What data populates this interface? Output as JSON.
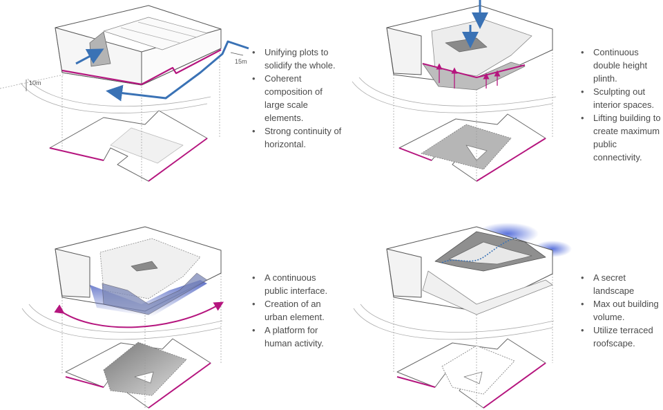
{
  "colors": {
    "accent_magenta": "#b5157e",
    "arrow_blue": "#3a72b5",
    "glow_blue": "#3f5bd6",
    "line_grey": "#666666",
    "fill_grey": "#b9b9b9",
    "light_grey": "#e9e9e9"
  },
  "panels": [
    {
      "captions": [
        "Unifying plots to solidify the whole.",
        "Coherent composition of large scale elements.",
        "Strong continuity of horizontal."
      ],
      "dimensions": [
        "10m",
        "15m"
      ]
    },
    {
      "captions": [
        "Continuous double height plinth.",
        "Sculpting out interior spaces.",
        "Lifting building to create maximum public connectivity."
      ]
    },
    {
      "captions": [
        "A continuous public interface.",
        "Creation of an urban element.",
        "A platform for human activity."
      ]
    },
    {
      "captions": [
        "A secret landscape",
        "Max out building volume.",
        "Utilize terraced roofscape."
      ]
    }
  ]
}
